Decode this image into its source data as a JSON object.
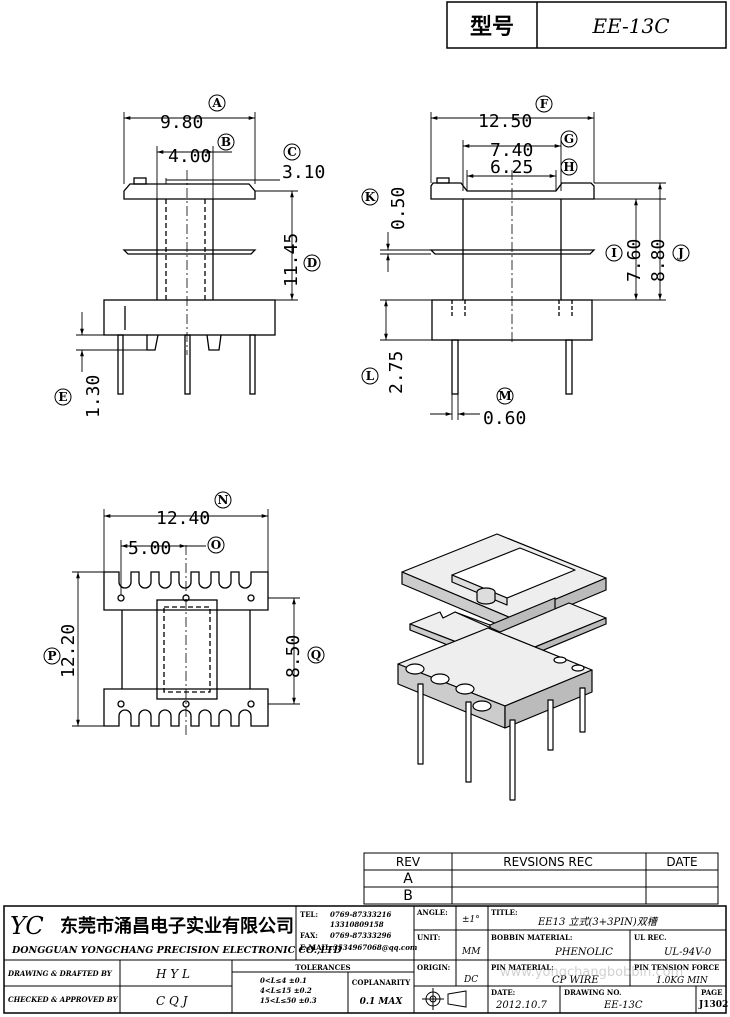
{
  "header": {
    "type_label": "型号",
    "model": "EE-13C"
  },
  "front_view": {
    "dims": {
      "a": "9.80",
      "b": "4.00",
      "c": "3.10",
      "d": "11.45",
      "e": "1.30"
    },
    "labels": {
      "a": "A",
      "b": "B",
      "c": "C",
      "d": "D",
      "e": "E"
    }
  },
  "side_view": {
    "dims": {
      "f": "12.50",
      "g": "7.40",
      "h": "6.25",
      "k": "0.50",
      "i": "7.60",
      "j": "8.80",
      "l": "2.75",
      "m": "0.60"
    },
    "labels": {
      "f": "F",
      "g": "G",
      "h": "H",
      "k": "K",
      "i": "I",
      "j": "J",
      "l": "L",
      "m": "M"
    }
  },
  "bottom_view": {
    "dims": {
      "n": "12.40",
      "o": "5.00",
      "p": "12.20",
      "q": "8.50"
    },
    "labels": {
      "n": "N",
      "o": "O",
      "p": "P",
      "q": "Q"
    }
  },
  "revision_table": {
    "headers": {
      "rev": "REV",
      "rec": "REVSIONS REC",
      "date": "DATE"
    },
    "rows": [
      "A",
      "B"
    ]
  },
  "title_block": {
    "logo": "YC",
    "company_cn": "东莞市涌昌电子实业有限公司",
    "company_en": "DONGGUAN YONGCHANG PRECISION ELECTRONIC CO.,LTD",
    "tel_label": "TEL:",
    "tel_1": "0769-87333216",
    "tel_2": "13310809158",
    "fax_label": "FAX:",
    "fax": "0769-87333296",
    "email_label": "E-MAIL:",
    "email": "3534967068@qq.com",
    "angle_label": "ANGLE:",
    "angle_value": "±1°",
    "title_label": "TITLE:",
    "title_value": "EE13 立式(3+3PIN)双槽",
    "unit_label": "UNIT:",
    "unit_value": "MM",
    "bobbin_label": "BOBBIN MATERIAL:",
    "bobbin_value": "PHENOLIC",
    "ul_label": "UL REC.",
    "ul_value": "UL-94V-0",
    "drawing_label": "DRAWING & DRAFTED BY",
    "drawing_value": "H Y L",
    "tolerances_label": "TOLERANCES",
    "tol_1": "0<L≤4   ±0.1",
    "tol_2": "4<L≤15  ±0.2",
    "tol_3": "15<L≤50 ±0.3",
    "coplanarity_label": "COPLANARITY",
    "coplanarity_value": "0.1 MAX",
    "origin_label": "ORIGIN:",
    "origin_value": "DC",
    "pin_material_label": "PIN MATERIAL:",
    "pin_material_value": "CP WIRE",
    "pin_tension_label": "PIN TENSION FORCE",
    "pin_tension_value": "1.0KG MIN",
    "checked_label": "CHECKED & APPROVED BY",
    "checked_value": "C Q J",
    "date_label": "DATE:",
    "date_value": "2012.10.7",
    "drawing_no_label": "DRAWING NO.",
    "drawing_no_value": "EE-13C",
    "page_label": "PAGE",
    "page_value": "J1302",
    "watermark": "www.yongchangbobbin.com"
  }
}
